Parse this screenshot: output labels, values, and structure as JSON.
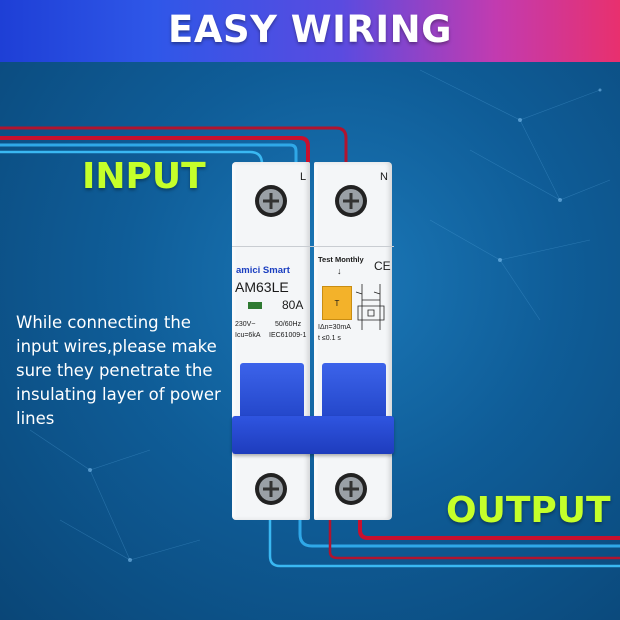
{
  "banner": {
    "title": "EASY WIRING"
  },
  "labels": {
    "input": "INPUT",
    "output": "OUTPUT"
  },
  "note": [
    "While connecting the",
    "input wires,please make",
    "sure they penetrate the",
    "insulating layer of power",
    "lines"
  ],
  "breaker": {
    "pole_left": "L",
    "pole_right": "N",
    "brand": "amici Smart",
    "model": "AM63LE",
    "current": "80A",
    "voltage": "230V~",
    "frequency": "50/60Hz",
    "icu": "Icu=6kA",
    "standard": "IEC61009-1",
    "test_label": "Test Monthly",
    "test_button": "T",
    "ce_mark": "CE",
    "residual_current": "IΔn=30mA",
    "trip_time": "t ≤0.1 s"
  },
  "colors": {
    "accent_label": "#c5ff2a",
    "wire_red": "#c8102e",
    "wire_blue": "#2fa8e8",
    "handle_blue": "#2b4fd8"
  }
}
